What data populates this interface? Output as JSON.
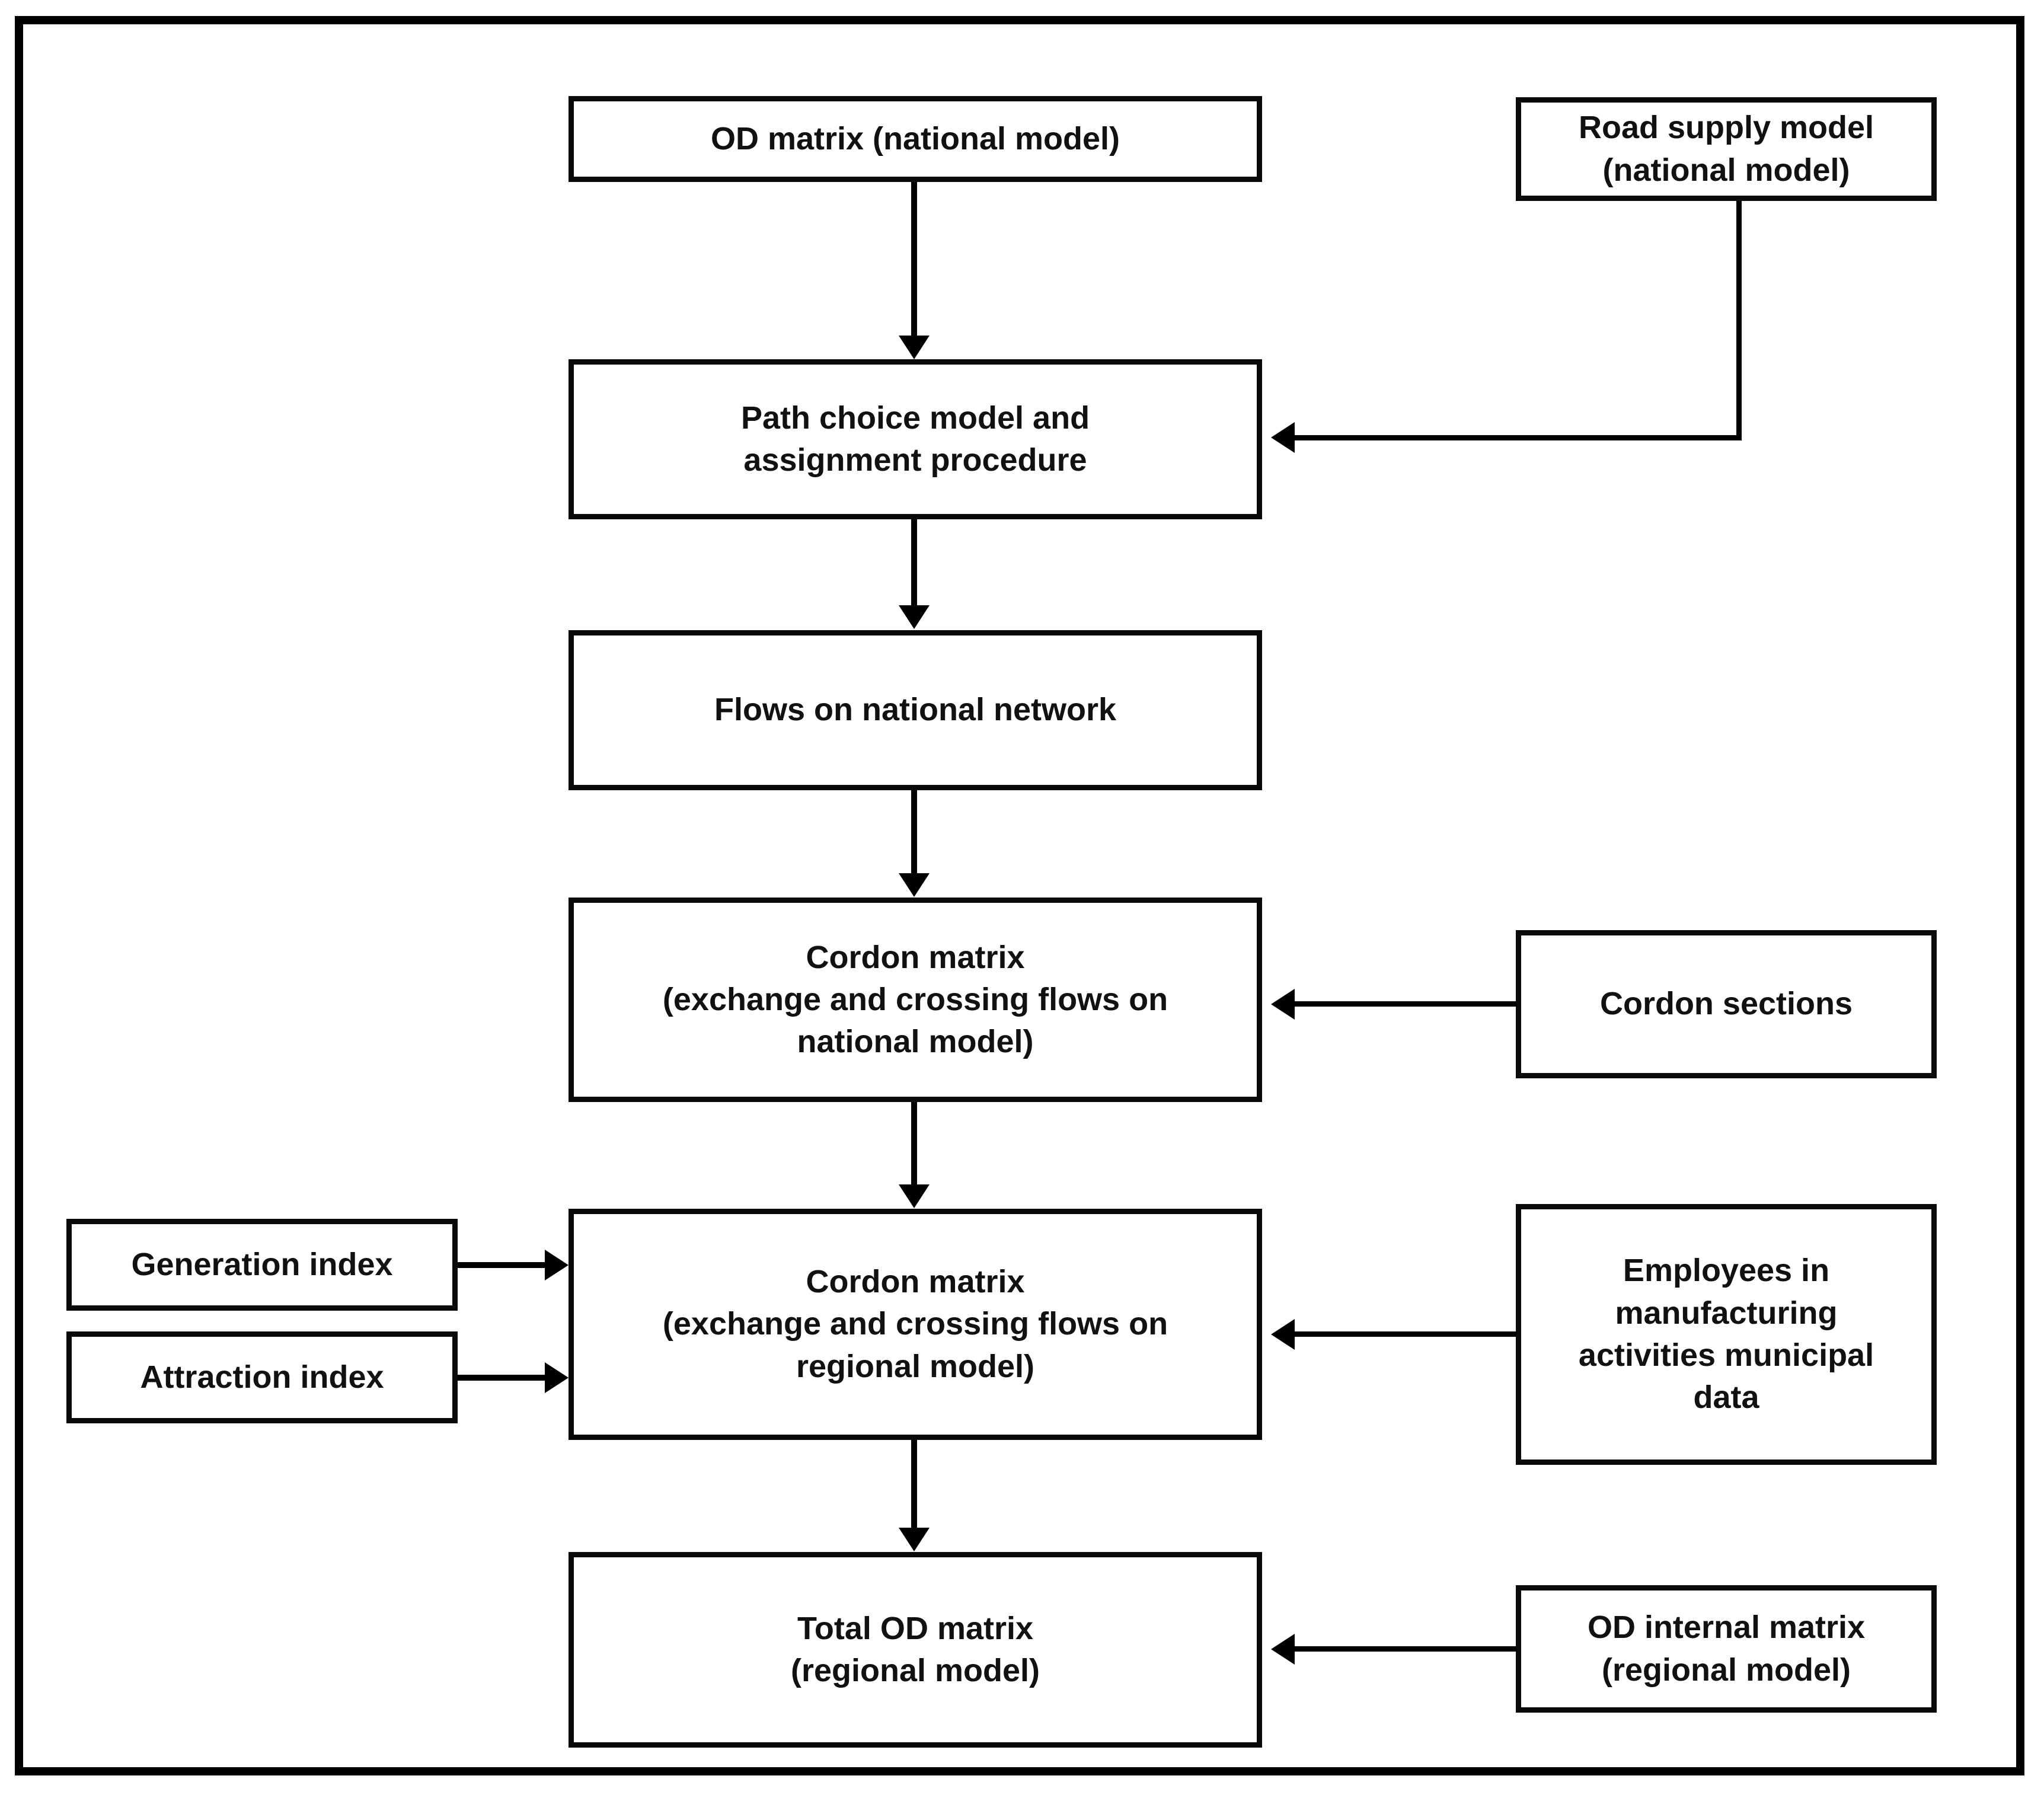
{
  "diagram": {
    "title": "Cordon matrix estimation flowchart",
    "accent_color": "#000000",
    "background_color": "#ffffff",
    "nodes": [
      {
        "id": "od-matrix-national",
        "label": "OD matrix (national model)"
      },
      {
        "id": "road-supply-model",
        "label": "Road supply model\n(national model)"
      },
      {
        "id": "path-choice-assignment",
        "label": "Path choice model and\nassignment procedure"
      },
      {
        "id": "flows-national-network",
        "label": "Flows on national network"
      },
      {
        "id": "cordon-matrix-national",
        "label": "Cordon matrix\n(exchange and crossing flows on\nnational model)"
      },
      {
        "id": "cordon-sections",
        "label": "Cordon sections"
      },
      {
        "id": "generation-index",
        "label": "Generation index"
      },
      {
        "id": "attraction-index",
        "label": "Attraction index"
      },
      {
        "id": "cordon-matrix-regional",
        "label": "Cordon matrix\n(exchange and crossing flows on\nregional model)"
      },
      {
        "id": "employees-manufacturing",
        "label": "Employees in\nmanufacturing\nactivities municipal\ndata"
      },
      {
        "id": "total-od-matrix-regional",
        "label": "Total OD matrix\n(regional model)"
      },
      {
        "id": "od-internal-matrix",
        "label": "OD internal matrix\n(regional model)"
      }
    ],
    "edges": [
      {
        "from": "od-matrix-national",
        "to": "path-choice-assignment",
        "direction": "down"
      },
      {
        "from": "road-supply-model",
        "to": "path-choice-assignment",
        "direction": "elbow-left"
      },
      {
        "from": "path-choice-assignment",
        "to": "flows-national-network",
        "direction": "down"
      },
      {
        "from": "flows-national-network",
        "to": "cordon-matrix-national",
        "direction": "down"
      },
      {
        "from": "cordon-sections",
        "to": "cordon-matrix-national",
        "direction": "left"
      },
      {
        "from": "cordon-matrix-national",
        "to": "cordon-matrix-regional",
        "direction": "down"
      },
      {
        "from": "generation-index",
        "to": "cordon-matrix-regional",
        "direction": "right"
      },
      {
        "from": "attraction-index",
        "to": "cordon-matrix-regional",
        "direction": "right"
      },
      {
        "from": "employees-manufacturing",
        "to": "cordon-matrix-regional",
        "direction": "left"
      },
      {
        "from": "cordon-matrix-regional",
        "to": "total-od-matrix-regional",
        "direction": "down"
      },
      {
        "from": "od-internal-matrix",
        "to": "total-od-matrix-regional",
        "direction": "left"
      }
    ]
  }
}
